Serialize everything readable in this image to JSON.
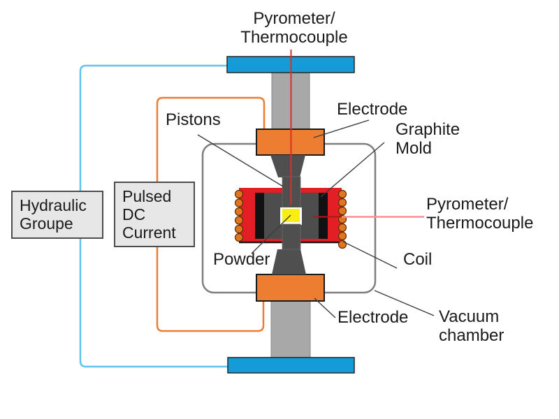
{
  "diagram": {
    "type": "spark-plasma-sintering-apparatus-schematic",
    "labels": {
      "pyrometer_top": "Pyrometer/\nThermocouple",
      "pistons": "Pistons",
      "electrode_top": "Electrode",
      "graphite_mold": "Graphite\nMold",
      "pyrometer_right": "Pyrometer/\nThermocouple",
      "coil": "Coil",
      "vacuum_chamber": "Vacuum\nchamber",
      "electrode_bottom": "Electrode",
      "powder": "Powder",
      "hydraulic_group": "Hydraulic\nGroupe",
      "pulsed_dc": "Pulsed\nDC\nCurrent"
    },
    "colors": {
      "mold_red": "#e41e25",
      "powder_yellow": "#f8ee12",
      "electrode_orange": "#ed7d31",
      "ram_plate_blue": "#149bd8",
      "ram_gray": "#a8a8a8",
      "piston_dark_gray": "#4f4f4f",
      "graphite_black": "#111111",
      "coil_dot_orange": "#e0761d",
      "wire_blue": "#62c3ee",
      "wire_orange": "#ed7d31",
      "pyrometer_line_red": "#d93025",
      "pyrometer_line_pink": "#ff8f8f",
      "chamber_border_gray": "#7f7f7f",
      "box_fill": "#e8e7e7",
      "box_border": "#4d4d4d",
      "text": "#1a1a1a"
    }
  }
}
